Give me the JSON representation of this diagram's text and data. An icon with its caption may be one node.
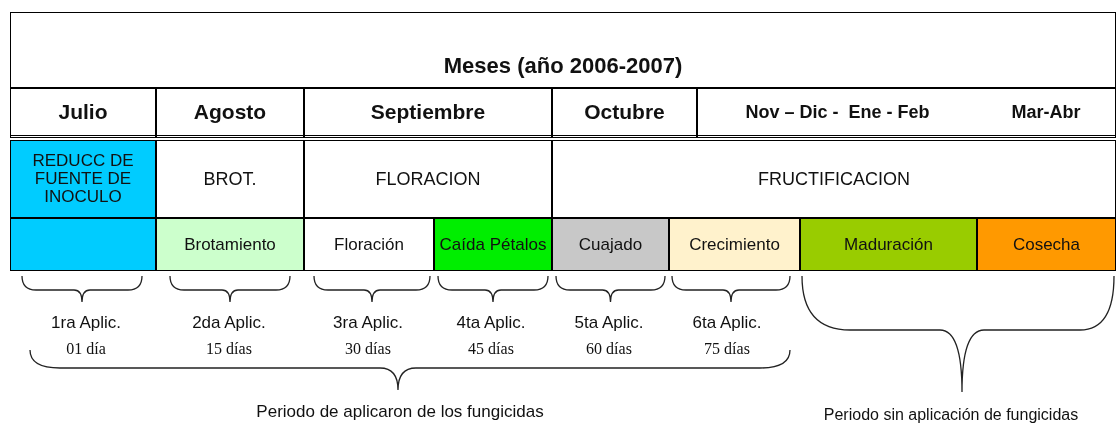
{
  "diagram": {
    "labels": [
      "Meses (año 2006-2007)",
      "Julio",
      "Agosto",
      "Septiembre",
      "Octubre",
      "Nov – Dic -  Ene - Feb",
      "Mar-Abr",
      "REDUCC DE FUENTE DE INOCULO",
      "BROT.",
      "FLORACION",
      "FRUCTIFICACION",
      "Brotamiento",
      "Floración",
      "Caída Pétalos",
      "Cuajado",
      "Crecimiento",
      "Maduración",
      "Cosecha",
      "1ra Aplic.",
      "01 día",
      "2da Aplic.",
      "15 días",
      "3ra Aplic.",
      "30 días",
      "4ta Aplic.",
      "45 días",
      "5ta Aplic.",
      "60 días",
      "6ta Aplic.",
      "75 días",
      "Periodo de aplicaron de los fungicidas",
      "Periodo sin aplicación de fungicidas"
    ]
  }
}
